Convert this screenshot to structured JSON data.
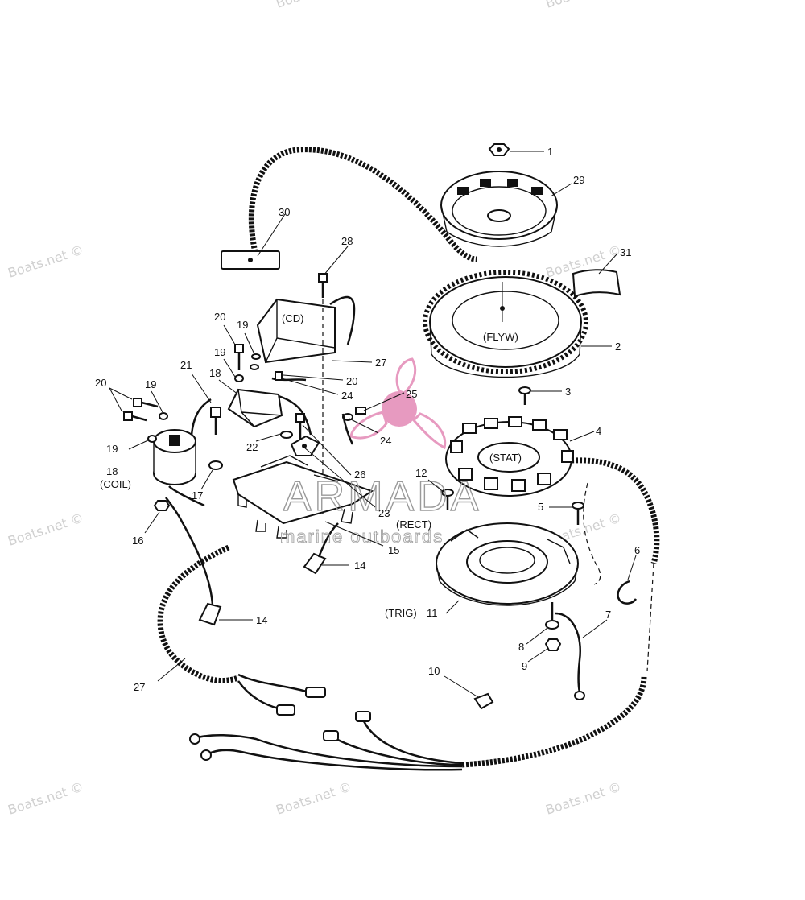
{
  "watermark": {
    "text": "Boats.net ©",
    "brand": "ARMADA",
    "brand_sub": "marine outboards"
  },
  "callouts": {
    "c1": "1",
    "c2": "2",
    "c3": "3",
    "c4": "4",
    "c5": "5",
    "c6": "6",
    "c7": "7",
    "c8": "8",
    "c9": "9",
    "c10": "10",
    "c11": "11",
    "c12": "12",
    "c14a": "14",
    "c14b": "14",
    "c15": "15",
    "c16": "16",
    "c17": "17",
    "c18a": "18",
    "c18b": "18",
    "c19a": "19",
    "c19b": "19",
    "c19c": "19",
    "c19d": "19",
    "c20a": "20",
    "c20b": "20",
    "c20c": "20",
    "c21": "21",
    "c22": "22",
    "c23": "23",
    "c24a": "24",
    "c24b": "24",
    "c25": "25",
    "c26": "26",
    "c27a": "27",
    "c27b": "27",
    "c28": "28",
    "c29": "29",
    "c30": "30",
    "c31": "31"
  },
  "part_tags": {
    "cd": "(CD)",
    "flyw": "(FLYW)",
    "stat": "(STAT)",
    "coil": "(COIL)",
    "rect": "(RECT)",
    "trig": "(TRIG)"
  },
  "colors": {
    "line": "#111111",
    "watermark": "#d0d0d0",
    "logo_pink": "#e79ac0"
  }
}
